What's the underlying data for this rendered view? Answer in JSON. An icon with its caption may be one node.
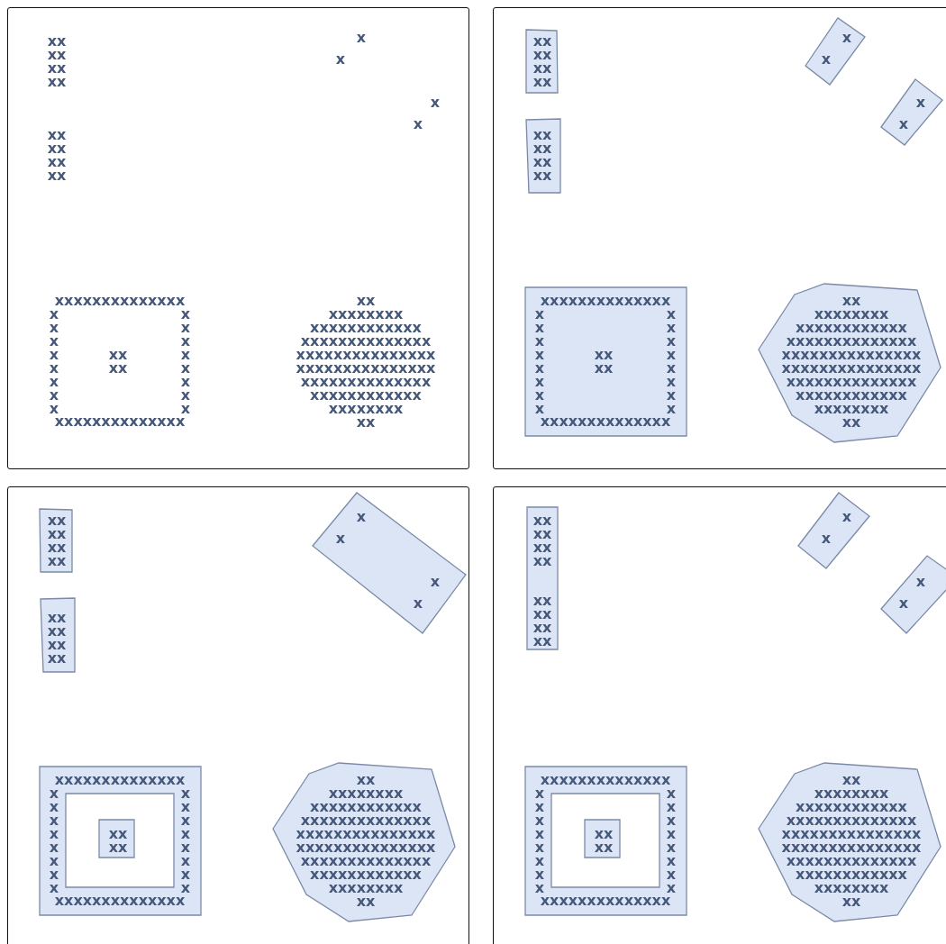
{
  "diagram": {
    "nodes": [
      {
        "text": [],
        "shape": "box"
      },
      {
        "text": [],
        "shape": "box"
      },
      {
        "text": [],
        "shape": "box"
      },
      {
        "text": [],
        "shape": "box"
      },
      {
        "text": [
          "xx xx xx xx"
        ],
        "in": 1
      },
      {
        "text": [
          "xx xx xx xx"
        ],
        "in": 1
      },
      {
        "text": [
          "x",
          "x"
        ],
        "in": 1
      },
      {
        "text": [
          "x",
          "x"
        ],
        "in": 1
      },
      {
        "text": [
          "xxxxxxxxxxxxxx",
          "x x x x x x x x",
          "x x x x x x x x",
          "xx xx",
          "xxxxxxxxxxxxxx"
        ],
        "in": 1
      },
      {
        "text": [
          "xx xxxxxxxx xxxxxxxxxxxx xxxxxxxxxxxxxx xxxxxxxxxxxxxxx xxxxxxxxxxxxxxx xxxxxxxxxxxxxx xxxxxxxxxxxx xxxxxxxx xx"
        ],
        "in": 1
      },
      {
        "text": [
          "xx xx xx xx"
        ],
        "in": 2
      },
      {
        "text": [
          "xx xx xx xx"
        ],
        "in": 2
      },
      {
        "text": [
          "x",
          "x",
          "x",
          "x"
        ],
        "in": 2
      },
      {
        "text": [
          "xxxxxxxxxxxxxx",
          "x x x x x x x x",
          "x x x x x x x x",
          "xxxxxxxxxxxxxx"
        ],
        "in": 2
      },
      {
        "text": [
          "xx xx"
        ],
        "in": 13
      },
      {
        "text": [
          "xx xxxxxxxx xxxxxxxxxxxx xxxxxxxxxxxxxx xxxxxxxxxxxxxxx xxxxxxxxxxxxxxx xxxxxxxxxxxxxx xxxxxxxxxxxx xxxxxxxx xx"
        ],
        "in": 2
      },
      {
        "text": [
          "xx xx xx xx",
          "xx xx xx xx"
        ],
        "in": 3
      },
      {
        "text": [
          "x",
          "x"
        ],
        "in": 3
      },
      {
        "text": [
          "x",
          "x"
        ],
        "in": 3
      },
      {
        "text": [
          "xxxxxxxxxxxxxx",
          "x x x x x x x x",
          "x x x x x x x x",
          "xxxxxxxxxxxxxx"
        ],
        "in": 3
      },
      {
        "text": [
          "xx xx"
        ],
        "in": 19
      },
      {
        "text": [
          "xx xxxxxxxx xxxxxxxxxxxx xxxxxxxxxxxxxx xxxxxxxxxxxxxxx xxxxxxxxxxxxxxx xxxxxxxxxxxxxx xxxxxxxxxxxx xxxxxxxx xx"
        ],
        "in": 3
      }
    ],
    "labels": [
      "xx xx xx xx",
      "xx xx xx xx",
      "x",
      "x",
      "x",
      "x",
      "xxxxxxxxxxxxxx",
      "x x x x x x x x",
      "x x x x x x x x",
      "xx xx",
      "xxxxxxxxxxxxxx",
      "xx xxxxxxxx xxxxxxxxxxxx xxxxxxxxxxxxxx xxxxxxxxxxxxxxx xxxxxxxxxxxxxxx xxxxxxxxxxxxxx xxxxxxxxxxxx xxxxxxxx xx"
    ]
  }
}
